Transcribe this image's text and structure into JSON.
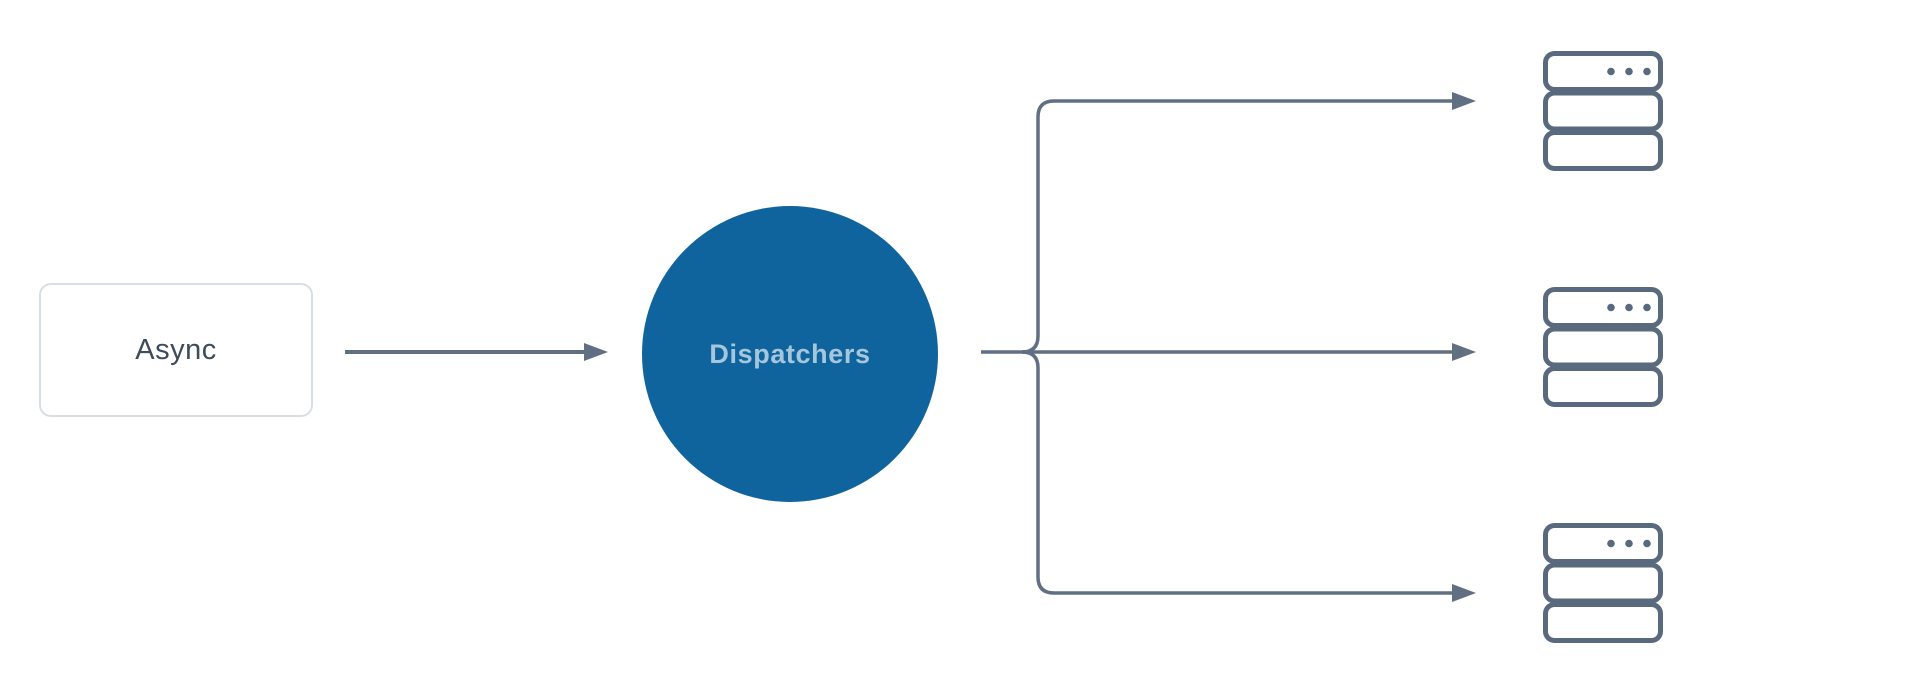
{
  "colors": {
    "background": "#ffffff",
    "connector": "#607082",
    "server_stroke": "#5A6A7E",
    "circle_fill": "#10649D",
    "circle_text": "#A6C6DE",
    "box_border": "#D8DEE4",
    "box_fill": "#ffffff",
    "box_text": "#3C4C5A"
  },
  "nodes": {
    "async_box": {
      "label": "Async"
    },
    "dispatchers_circle": {
      "label": "Dispatchers"
    }
  },
  "icons": {
    "server": "server-stack-icon",
    "arrow": "arrow-right-icon"
  },
  "connections": {
    "async_to_dispatchers": "arrow",
    "dispatchers_fanout_count": 3
  }
}
